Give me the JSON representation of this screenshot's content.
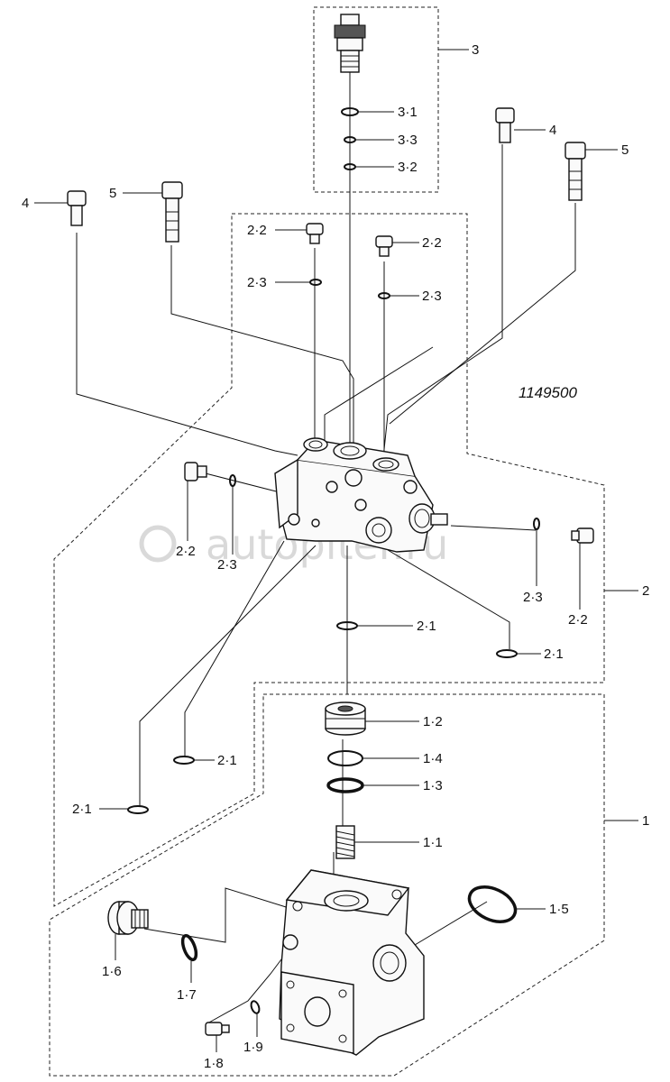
{
  "drawing_code": "1149500",
  "watermark": "autopiter.ru",
  "callouts": {
    "c3": "3",
    "c3_1": "3·1",
    "c3_3": "3·3",
    "c3_2": "3·2",
    "c4_left": "4",
    "c5_left": "5",
    "c4_right": "4",
    "c5_right": "5",
    "c2_2_a": "2·2",
    "c2_3_a": "2·3",
    "c2_2_b": "2·2",
    "c2_3_b": "2·3",
    "c2_2_c": "2·2",
    "c2_3_c": "2·3",
    "c2_3_d": "2·3",
    "c2_2_d": "2·2",
    "c2": "2",
    "c2_1_a": "2·1",
    "c2_1_b": "2·1",
    "c2_1_c": "2·1",
    "c2_1_d": "2·1",
    "c1_2": "1·2",
    "c1_4": "1·4",
    "c1_3": "1·3",
    "c1_1": "1·1",
    "c1": "1",
    "c1_5": "1·5",
    "c1_6": "1·6",
    "c1_7": "1·7",
    "c1_8": "1·8",
    "c1_9": "1·9"
  }
}
